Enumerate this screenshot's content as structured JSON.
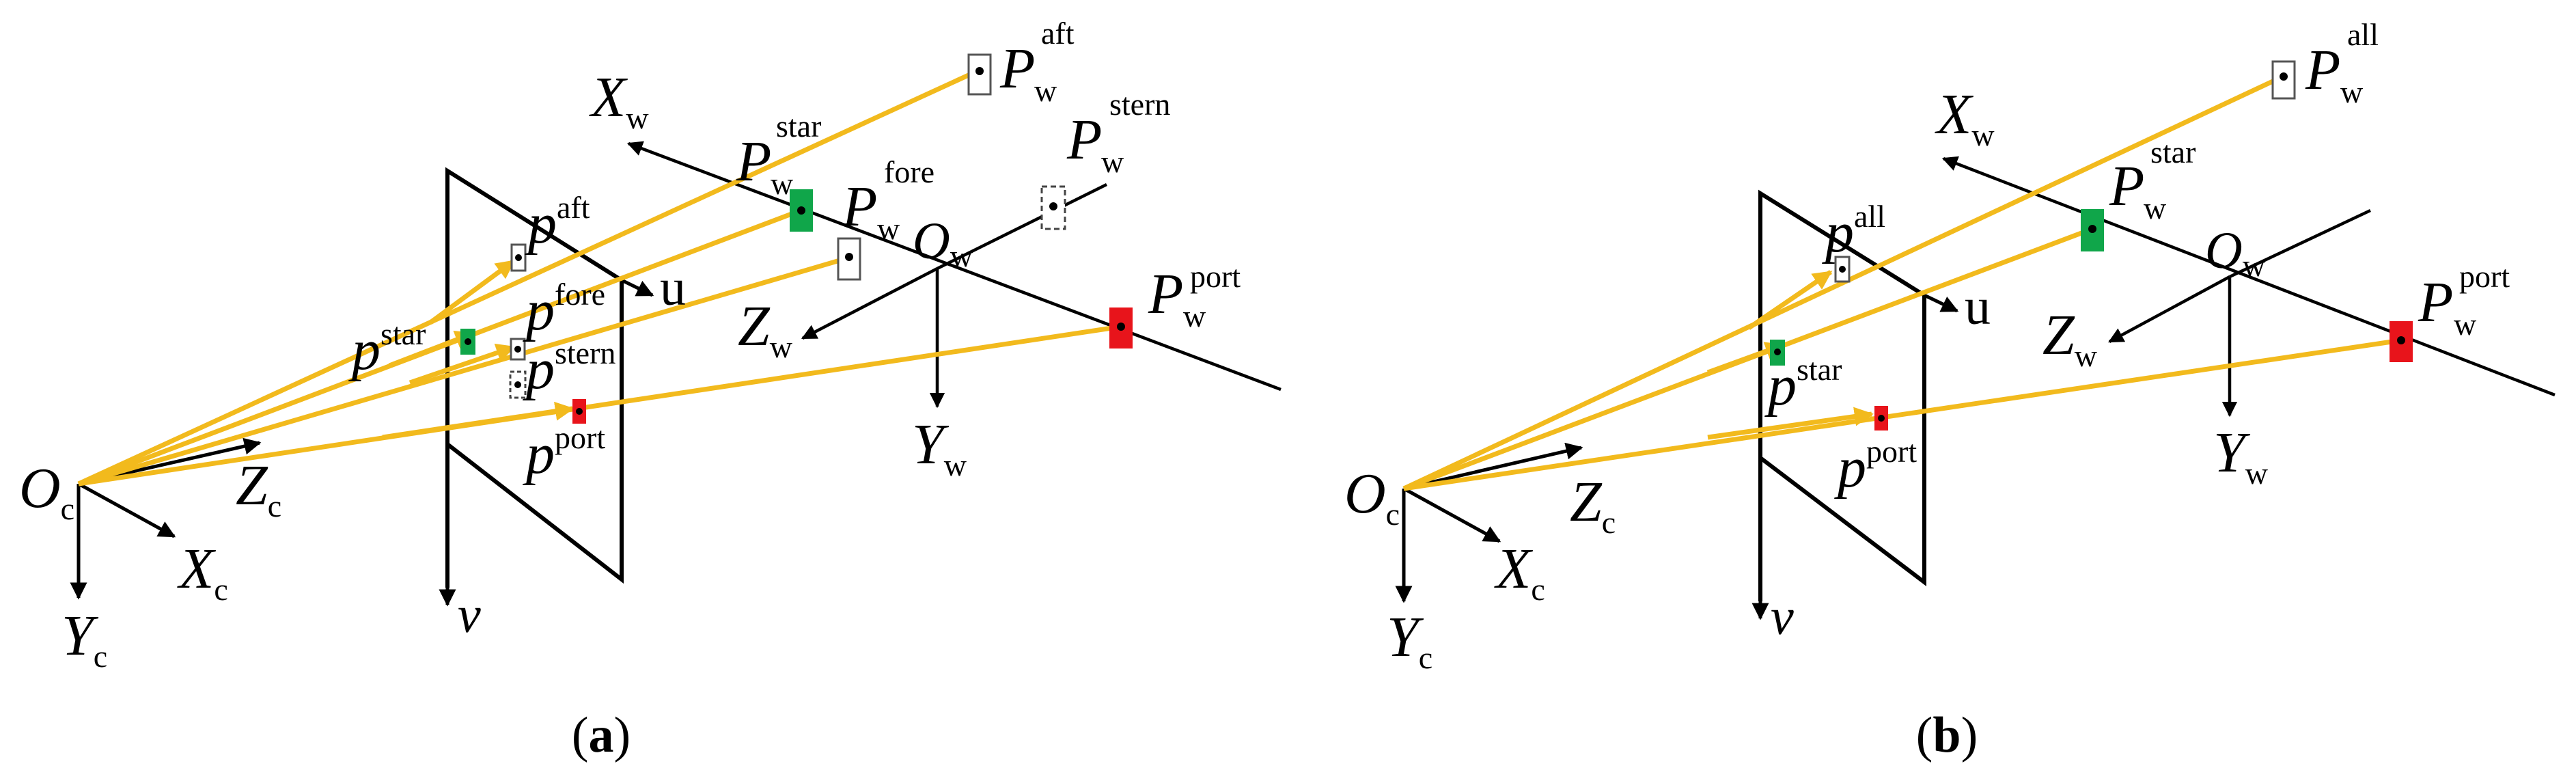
{
  "colors": {
    "ray": "#F2BA1D",
    "star_marker": "#10A64A",
    "port_marker": "#E8141B",
    "outline_marker": "#555555",
    "axes": "#000000"
  },
  "panel_a": {
    "caption_letter": "a",
    "camera": {
      "origin": "O",
      "origin_sub": "c",
      "x": "X",
      "x_sub": "c",
      "y": "Y",
      "y_sub": "c",
      "z": "Z",
      "z_sub": "c"
    },
    "image_plane": {
      "u": "u",
      "v": "v"
    },
    "world": {
      "origin": "O",
      "origin_sub": "w",
      "x": "X",
      "x_sub": "w",
      "y": "Y",
      "y_sub": "w",
      "z": "Z",
      "z_sub": "w"
    },
    "image_points": [
      {
        "base": "p",
        "sup": "aft"
      },
      {
        "base": "p",
        "sup": "star"
      },
      {
        "base": "p",
        "sup": "fore"
      },
      {
        "base": "p",
        "sup": "stern"
      },
      {
        "base": "p",
        "sup": "port"
      }
    ],
    "world_points": [
      {
        "base": "P",
        "sub": "w",
        "sup": "aft"
      },
      {
        "base": "P",
        "sub": "w",
        "sup": "star"
      },
      {
        "base": "P",
        "sub": "w",
        "sup": "fore"
      },
      {
        "base": "P",
        "sub": "w",
        "sup": "stern"
      },
      {
        "base": "P",
        "sub": "w",
        "sup": "port"
      }
    ]
  },
  "panel_b": {
    "caption_letter": "b",
    "camera": {
      "origin": "O",
      "origin_sub": "c",
      "x": "X",
      "x_sub": "c",
      "y": "Y",
      "y_sub": "c",
      "z": "Z",
      "z_sub": "c"
    },
    "image_plane": {
      "u": "u",
      "v": "v"
    },
    "world": {
      "origin": "O",
      "origin_sub": "w",
      "x": "X",
      "x_sub": "w",
      "y": "Y",
      "y_sub": "w",
      "z": "Z",
      "z_sub": "w"
    },
    "image_points": [
      {
        "base": "p",
        "sup": "all"
      },
      {
        "base": "p",
        "sup": "star"
      },
      {
        "base": "p",
        "sup": "port"
      }
    ],
    "world_points": [
      {
        "base": "P",
        "sub": "w",
        "sup": "all"
      },
      {
        "base": "P",
        "sub": "w",
        "sup": "star"
      },
      {
        "base": "P",
        "sub": "w",
        "sup": "port"
      }
    ]
  }
}
